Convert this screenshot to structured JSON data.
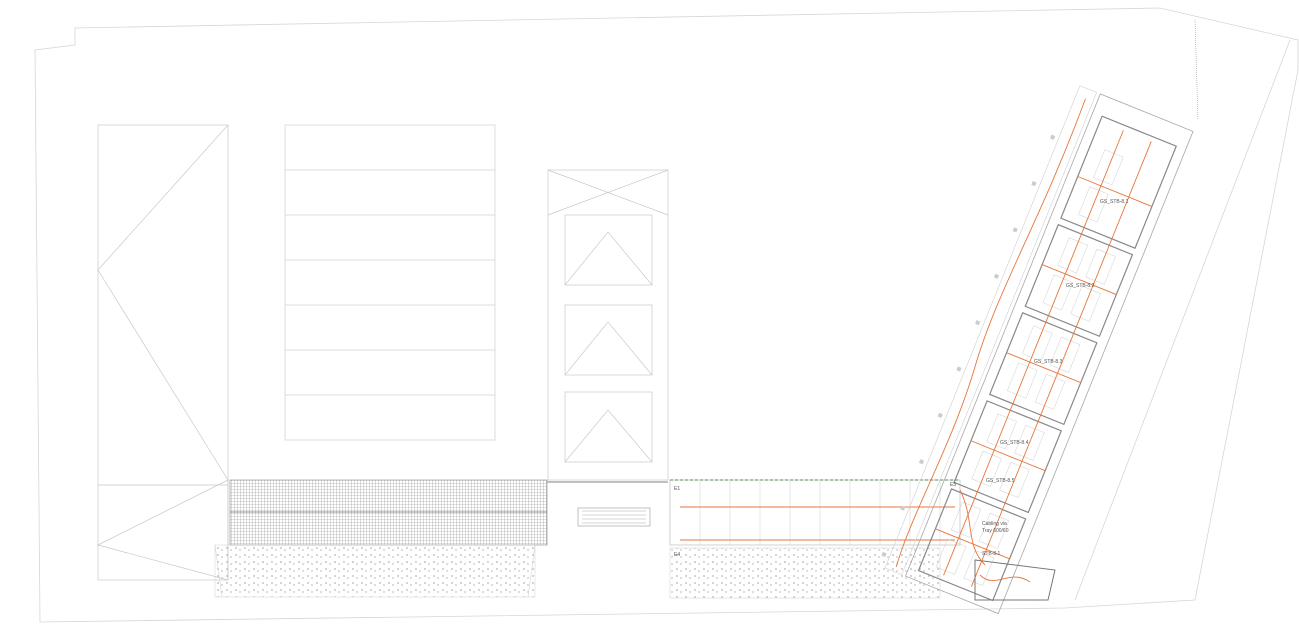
{
  "drawing": {
    "type": "architectural floor plan",
    "line_color": "#bdbdbd",
    "route_color": "#e8743b",
    "hatch_color": "#9a9a9a",
    "green_strip_color": "#8fb08f"
  },
  "labels": {
    "e1": "E1",
    "e4": "E4",
    "e5": "E5",
    "stb_1": "GS_STB-8.1",
    "stb_2": "GS_STB-8.2",
    "stb_3": "GS_STB-8.3",
    "stb_4": "GS_STB-8.4",
    "stb_5": "GS_STB-8.5",
    "stb_6": "STB-8.1",
    "note_line1": "Cabling via",
    "note_line2": "Tray 600/60"
  }
}
